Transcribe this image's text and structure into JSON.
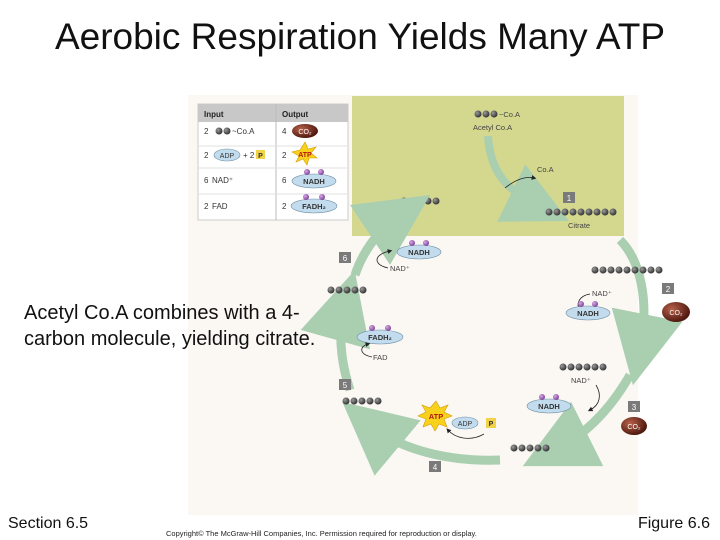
{
  "slide": {
    "title": "Aerobic Respiration Yields Many ATP",
    "caption": "Acetyl Co.A combines with a 4-carbon molecule, yielding citrate.",
    "section": "Section 6.5",
    "figure": "Figure 6.6",
    "copyright": "Copyright© The McGraw-Hill Companies, Inc. Permission required for reproduction or display."
  },
  "table": {
    "input_header": "Input",
    "output_header": "Output",
    "rows": [
      {
        "in_num": "2",
        "in_label": "~Co.A",
        "out_num": "4",
        "out_label": "CO₂"
      },
      {
        "in_num": "2",
        "in_label": "ADP",
        "in_extra": "+ 2",
        "in_p": "P",
        "out_num": "2",
        "out_label": "ATP"
      },
      {
        "in_num": "6",
        "in_label": "NAD⁺",
        "out_num": "6",
        "out_label": "NADH"
      },
      {
        "in_num": "2",
        "in_label": "FAD",
        "out_num": "2",
        "out_label": "FADH₂"
      }
    ]
  },
  "cycle": {
    "coa_top": "~Co.A",
    "acetyl": "Acetyl Co.A",
    "coa_release": "Co.A",
    "citrate": "Citrate",
    "steps": [
      "1",
      "2",
      "3",
      "4",
      "5",
      "6"
    ],
    "nadh": "NADH",
    "nad_plus": "NAD⁺",
    "co2": "CO₂",
    "fadh2": "FADH₂",
    "fad": "FAD",
    "atp": "ATP",
    "adp": "ADP",
    "p": "P"
  },
  "colors": {
    "highlight": "#d4d88e",
    "arrow": "#a9cfb0",
    "bead": "#555555",
    "carrier": "#c3dced",
    "purple": "#9b5bb5",
    "co2": "#6b2a1a",
    "atp_star": "#f7d11b"
  }
}
